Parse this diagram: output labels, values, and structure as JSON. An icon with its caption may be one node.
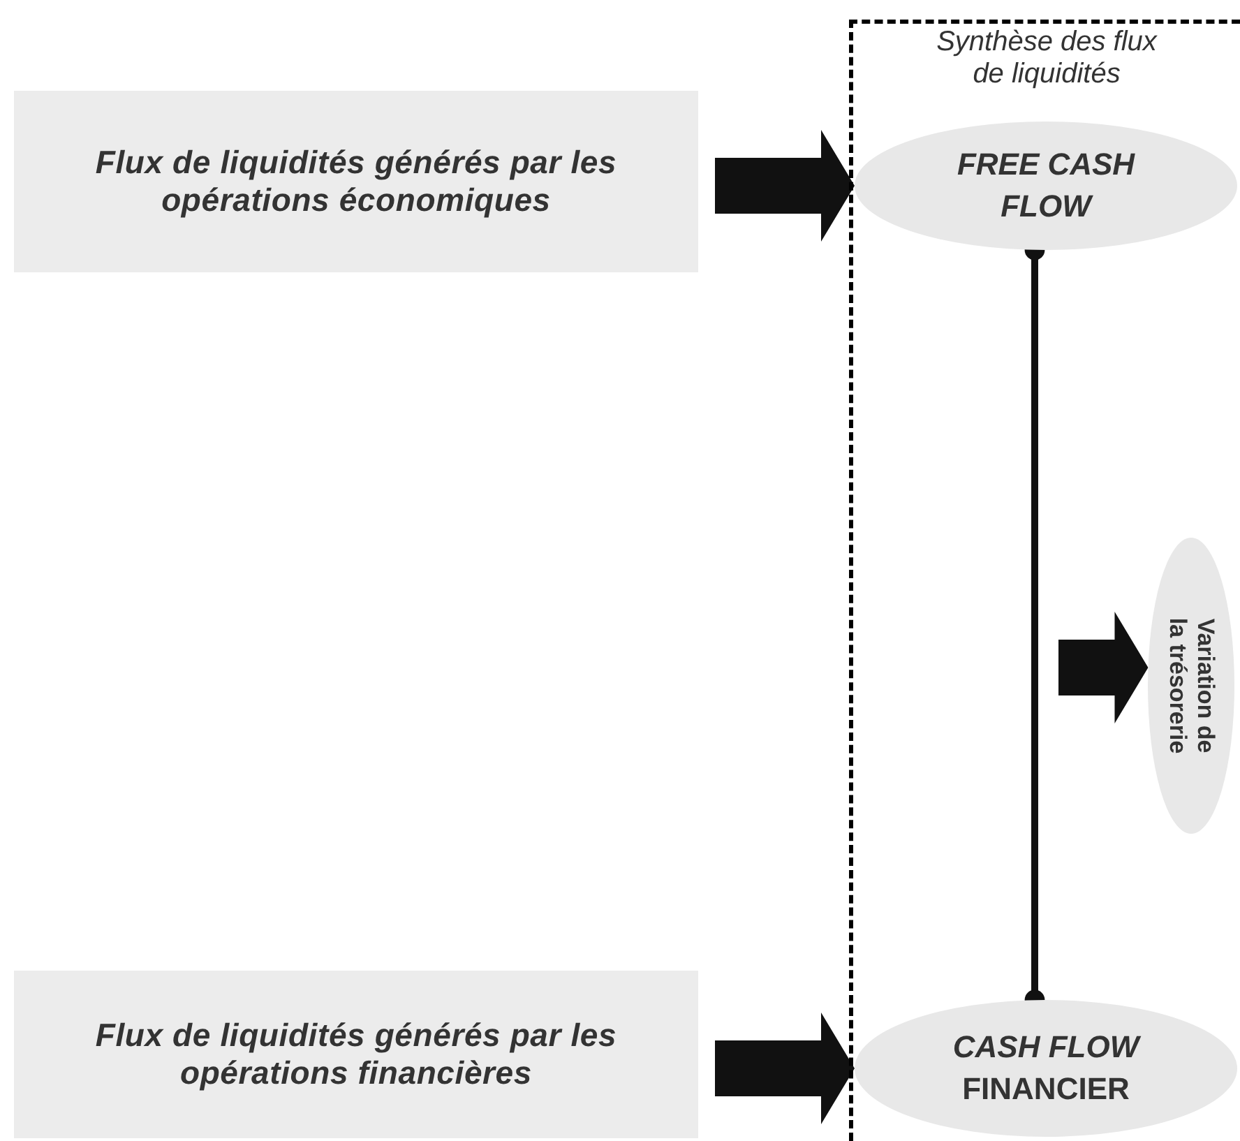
{
  "diagram": {
    "nodes": [
      {
        "text": [
          "Synthèse des flux de liquidités"
        ]
      },
      {
        "text": [
          "Flux de liquidités générés par les opérations économiques"
        ]
      },
      {
        "text": [
          "FREE CASH FLOW"
        ],
        "in": 0
      },
      {
        "text": [
          "Variation de la trésorerie"
        ],
        "in": 0
      },
      {
        "text": [
          "Flux de liquidités générés par les opérations financières"
        ]
      },
      {
        "text": [
          "*CASH FLOW* FINANCIER"
        ],
        "in": 0
      }
    ],
    "edges": [
      {
        "from": 1,
        "to": 2,
        "arrow": "to",
        "style": "thick"
      },
      {
        "from": 4,
        "to": 5,
        "arrow": "to",
        "style": "thick"
      },
      {
        "from": 2,
        "to": 5,
        "arrow": "other"
      },
      {
        "from": null,
        "to": 3,
        "arrow": "to",
        "style": "thick"
      }
    ]
  }
}
